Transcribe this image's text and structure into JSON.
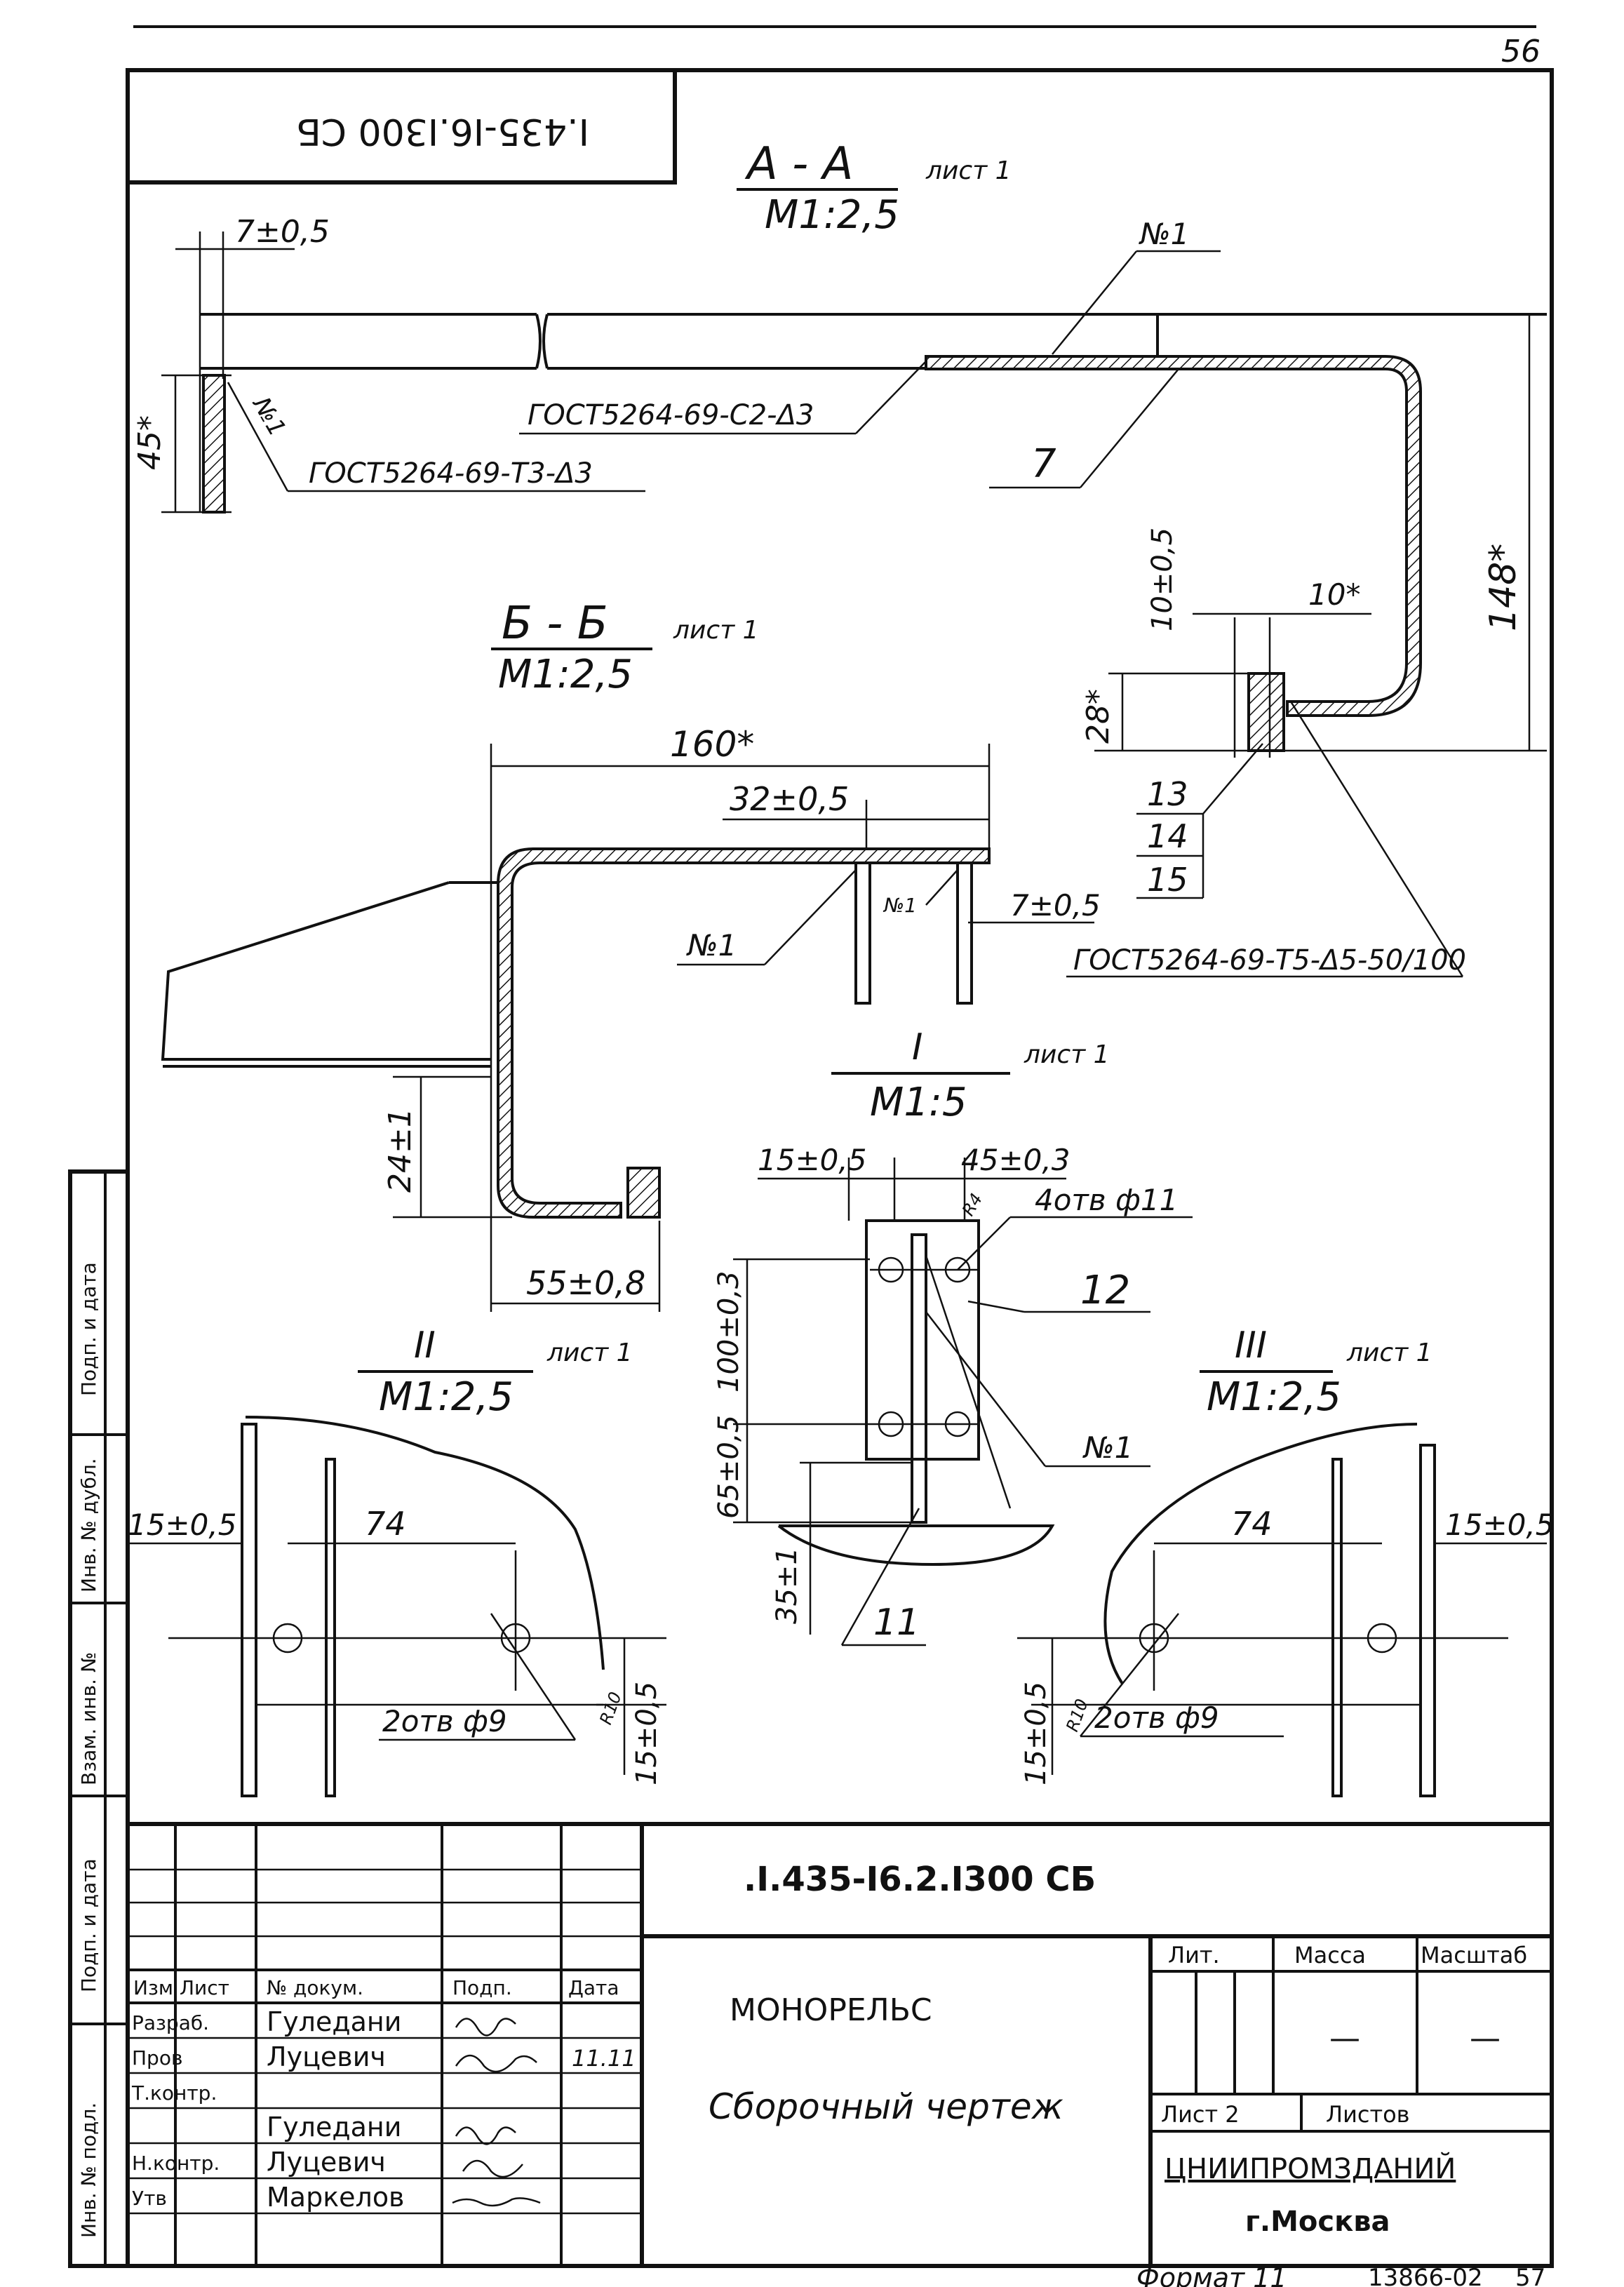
{
  "page_number": "56",
  "rotated_code": "I.435-I6.I300 СБ",
  "section_aa": {
    "title": "А - А",
    "sheet_ref": "лист 1",
    "scale": "М1:2,5"
  },
  "section_bb": {
    "title": "Б - Б",
    "sheet_ref": "лист 1",
    "scale": "М1:2,5"
  },
  "view_1": {
    "title": "I",
    "sheet_ref": "лист 1",
    "scale": "М1:5"
  },
  "view_2": {
    "title": "II",
    "sheet_ref": "лист 1",
    "scale": "М1:2,5"
  },
  "view_3": {
    "title": "III",
    "sheet_ref": "лист 1",
    "scale": "М1:2,5"
  },
  "dims": {
    "d7_05": "7±0,5",
    "d45": "45*",
    "d148": "148*",
    "d10_05": "10±0,5",
    "d10": "10*",
    "d28": "28*",
    "d160": "160*",
    "d32_05": "32±0,5",
    "d7_05b": "7±0,5",
    "d24_1": "24±1",
    "d55_08": "55±0,8",
    "d15_05a": "15±0,5",
    "d45_03": "45±0,3",
    "d100_03": "100±0,3",
    "d65_05": "65±0,5",
    "d35_1": "35±1",
    "d15_05b": "15±0,5",
    "d74a": "74",
    "d15_05c": "15±0,5",
    "d74b": "74",
    "d15_05d": "15±0,5",
    "d15_05e": "15±0,5"
  },
  "weld_marks": {
    "gost_c2": "ГОСТ5264-69-С2-Δ3",
    "gost_t3": "ГОСТ5264-69-Т3-Δ3",
    "gost_t5": "ГОСТ5264-69-Т5-Δ5-50/100",
    "n1a": "№1",
    "n1b": "№1",
    "n1c": "№1",
    "n1d": "№1",
    "n1e": "№1",
    "hole_4": "4отв ф11",
    "hole_2a": "2отв ф9",
    "hole_2b": "2отв ф9",
    "r_small": "R4",
    "r_a": "R10",
    "r_b": "R10"
  },
  "positions": {
    "p7": "7",
    "p13": "13",
    "p14": "14",
    "p15": "15",
    "p12": "12",
    "p11": "11"
  },
  "side_stamp": {
    "s1": "Подп. и дата",
    "s2": "Инв. № дубл.",
    "s3": "Взам. инв. №",
    "s4": "Подп. и дата",
    "s5": "Инв. № подл."
  },
  "title_block": {
    "doc_code": ".I.435-I6.2.I300 СБ",
    "name": "МОНОРЕЛЬС",
    "subtitle": "Сборочный чертеж",
    "headers": {
      "izm": "Изм",
      "list": "Лист",
      "dokum": "№ докум.",
      "podp": "Подп.",
      "data": "Дата"
    },
    "roles": [
      {
        "role": "Разраб.",
        "name": "Гуледани",
        "date": ""
      },
      {
        "role": "Пров",
        "name": "Луцевич",
        "date": "11.11"
      },
      {
        "role": "Т.контр.",
        "name": "",
        "date": ""
      },
      {
        "role": "",
        "name": "Гуледани",
        "date": ""
      },
      {
        "role": "Н.контр.",
        "name": "Луцевич",
        "date": ""
      },
      {
        "role": "Утв",
        "name": "Маркелов",
        "date": ""
      }
    ],
    "lit_label": "Лит.",
    "mass_label": "Масса",
    "scale_label": "Масштаб",
    "mass_value": "—",
    "scale_value": "—",
    "sheet_label": "Лист 2",
    "sheets_label": "Листов",
    "org": "ЦНИИПРОМЗДАНИЙ",
    "city": "г.Москва"
  },
  "footer": {
    "format": "Формат 11",
    "code": "13866-02",
    "num": "57"
  }
}
